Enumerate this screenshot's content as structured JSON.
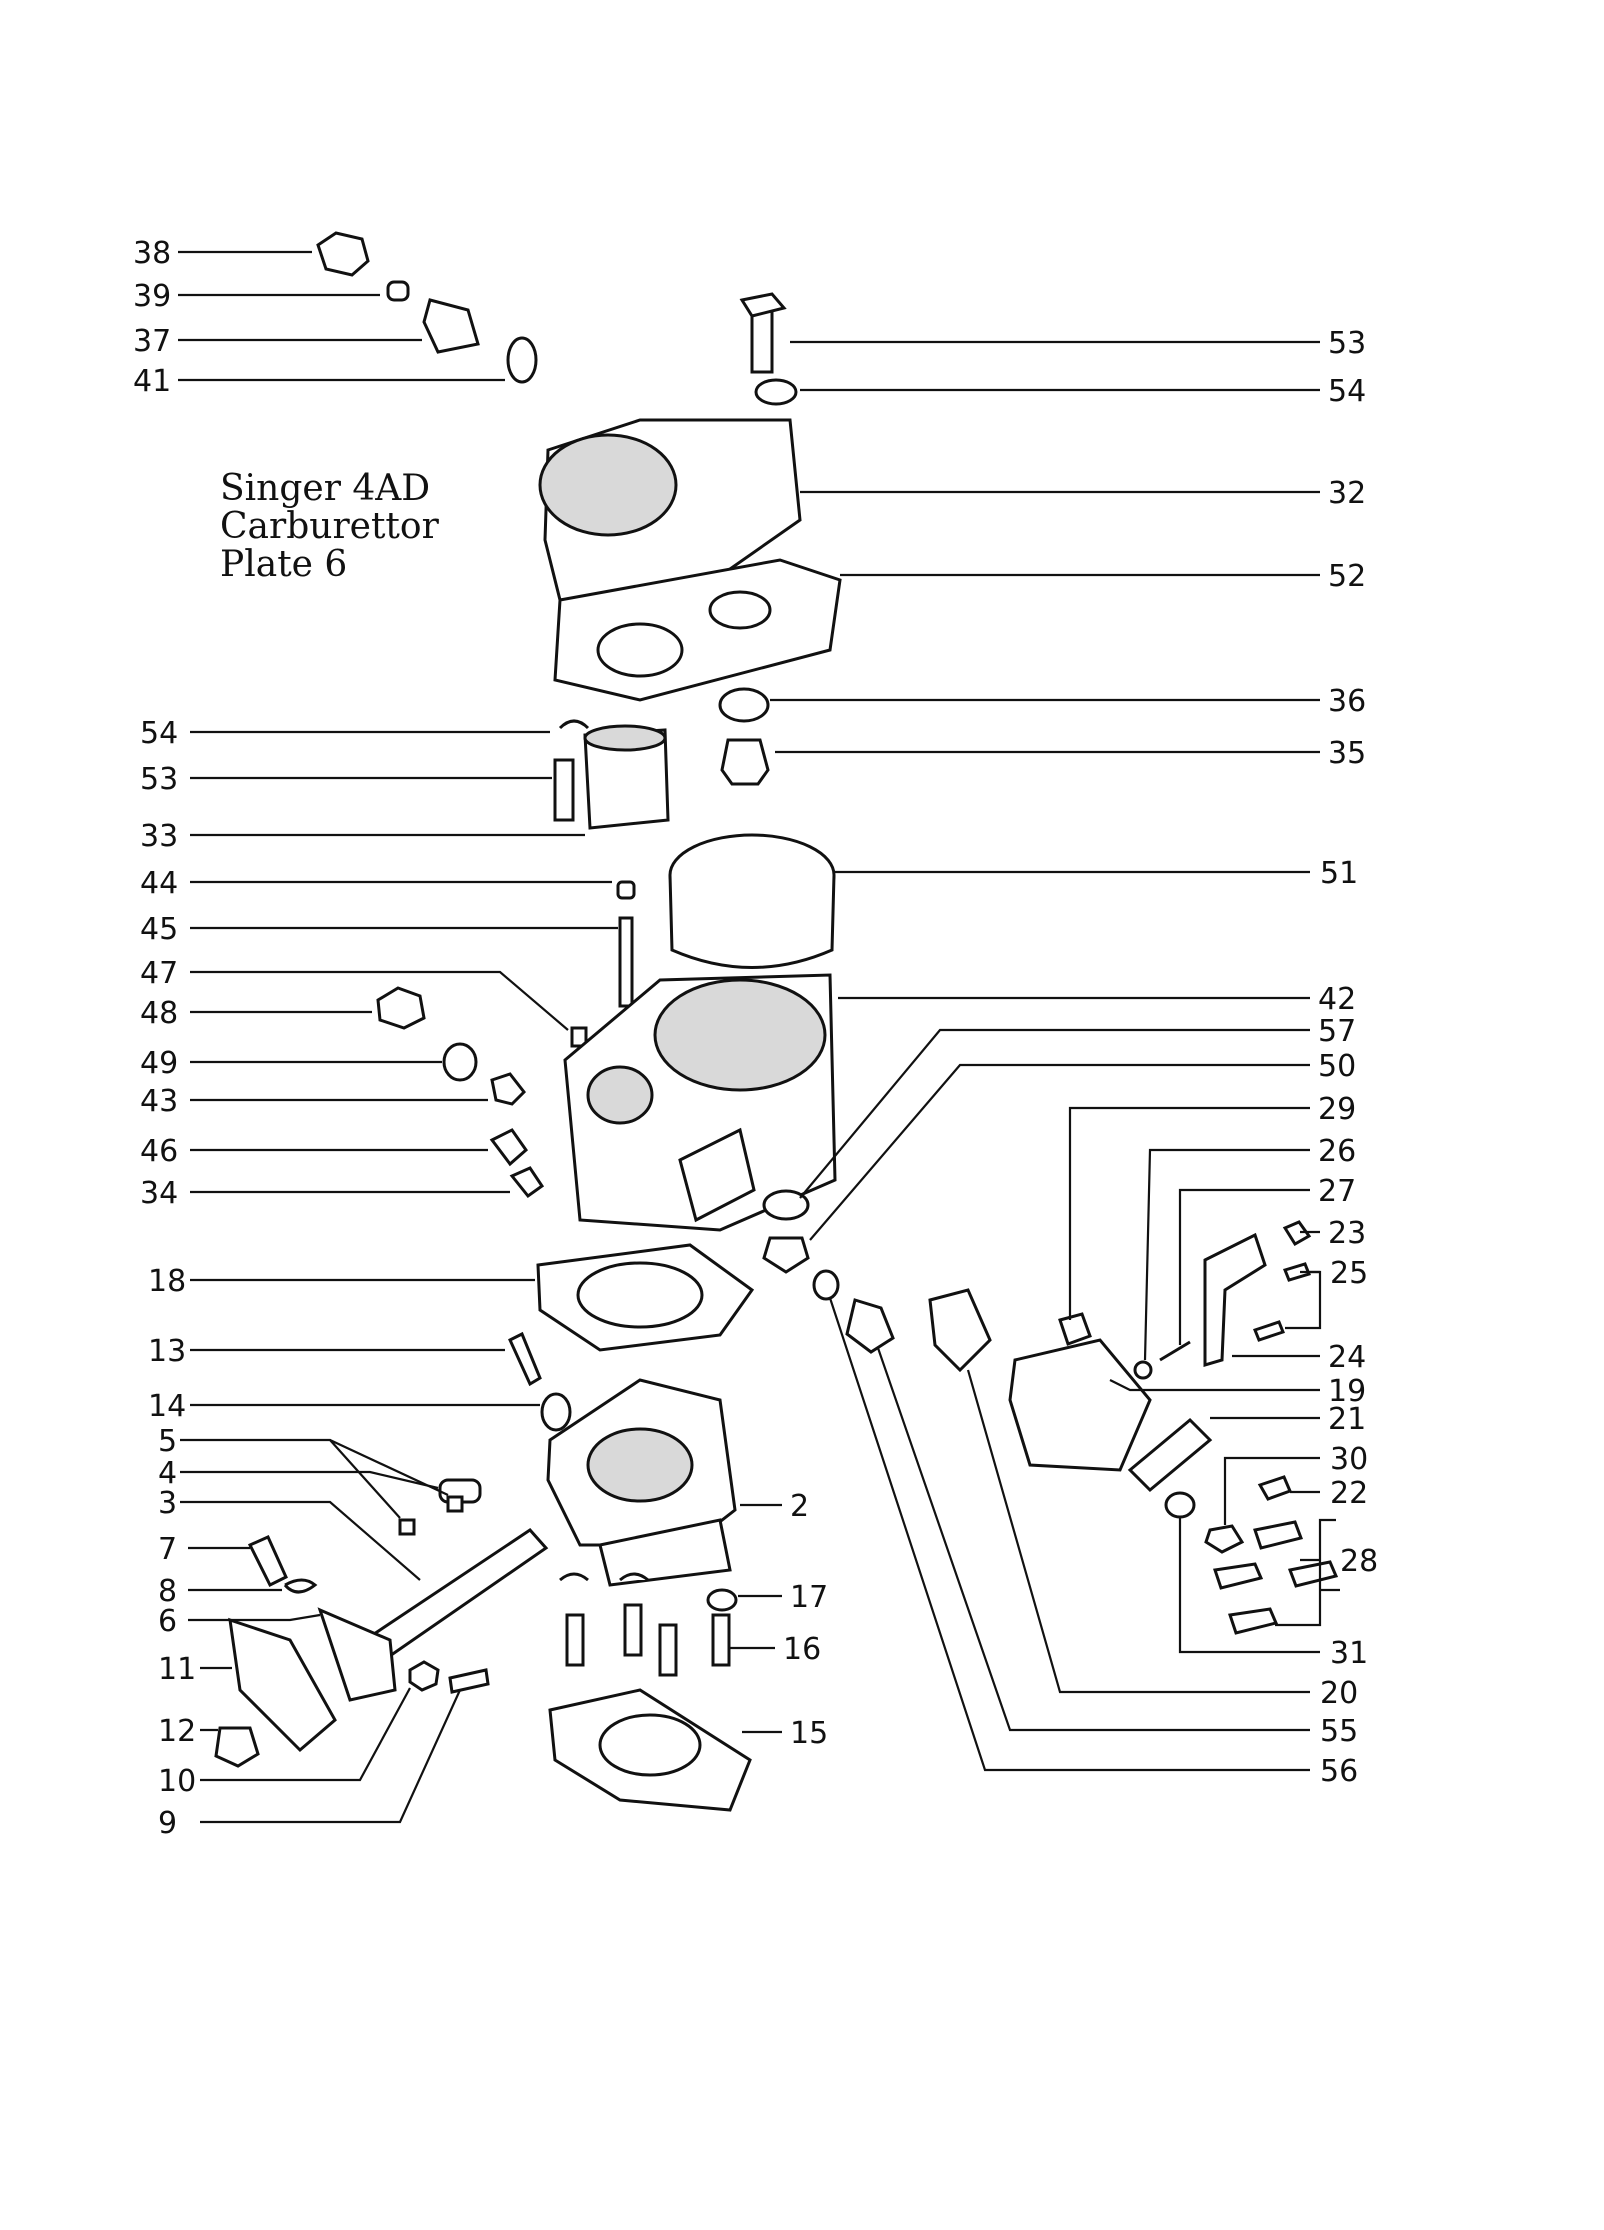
{
  "title": {
    "line1": "Singer 4AD",
    "line2": "Carburettor",
    "line3": "Plate 6"
  },
  "labels_left": [
    "38",
    "39",
    "37",
    "41",
    "54",
    "53",
    "33",
    "44",
    "45",
    "47",
    "48",
    "49",
    "43",
    "46",
    "34",
    "18",
    "13",
    "14",
    "5",
    "4",
    "3",
    "7",
    "8",
    "6",
    "11",
    "12",
    "10",
    "9"
  ],
  "labels_right": [
    "53",
    "54",
    "32",
    "52",
    "36",
    "35",
    "51",
    "42",
    "57",
    "50",
    "29",
    "26",
    "27",
    "23",
    "25",
    "24",
    "19",
    "21",
    "30",
    "22",
    "28",
    "31",
    "20",
    "55",
    "56",
    "2",
    "17",
    "16",
    "15"
  ]
}
